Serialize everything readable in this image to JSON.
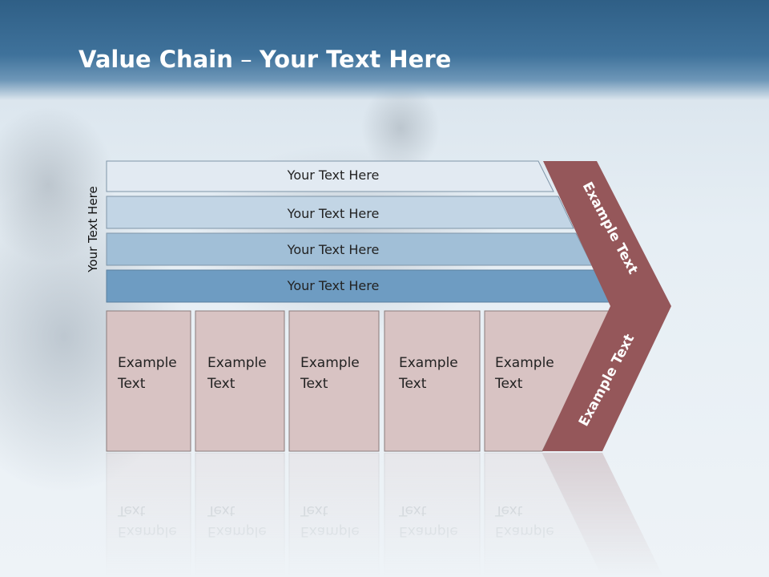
{
  "header": {
    "title_bold": "Value Chain",
    "title_sep": " – ",
    "title_rest": "Your Text Here"
  },
  "side_label": "Your Text Here",
  "rows": [
    {
      "label": "Your Text Here",
      "color": "#e2eaf2"
    },
    {
      "label": "Your Text Here",
      "color": "#c2d5e5"
    },
    {
      "label": "Your Text Here",
      "color": "#a1bfd7"
    },
    {
      "label": "Your Text Here",
      "color": "#6e9cc2"
    }
  ],
  "boxes": [
    {
      "line1": "Example",
      "line2": "Text"
    },
    {
      "line1": "Example",
      "line2": "Text"
    },
    {
      "line1": "Example",
      "line2": "Text"
    },
    {
      "line1": "Example",
      "line2": "Text"
    },
    {
      "line1": "Example",
      "line2": "Text"
    }
  ],
  "arrow": {
    "top_label": "Example Text",
    "bottom_label": "Example Text",
    "color": "#95575a"
  },
  "box_color": "#d8c3c3"
}
